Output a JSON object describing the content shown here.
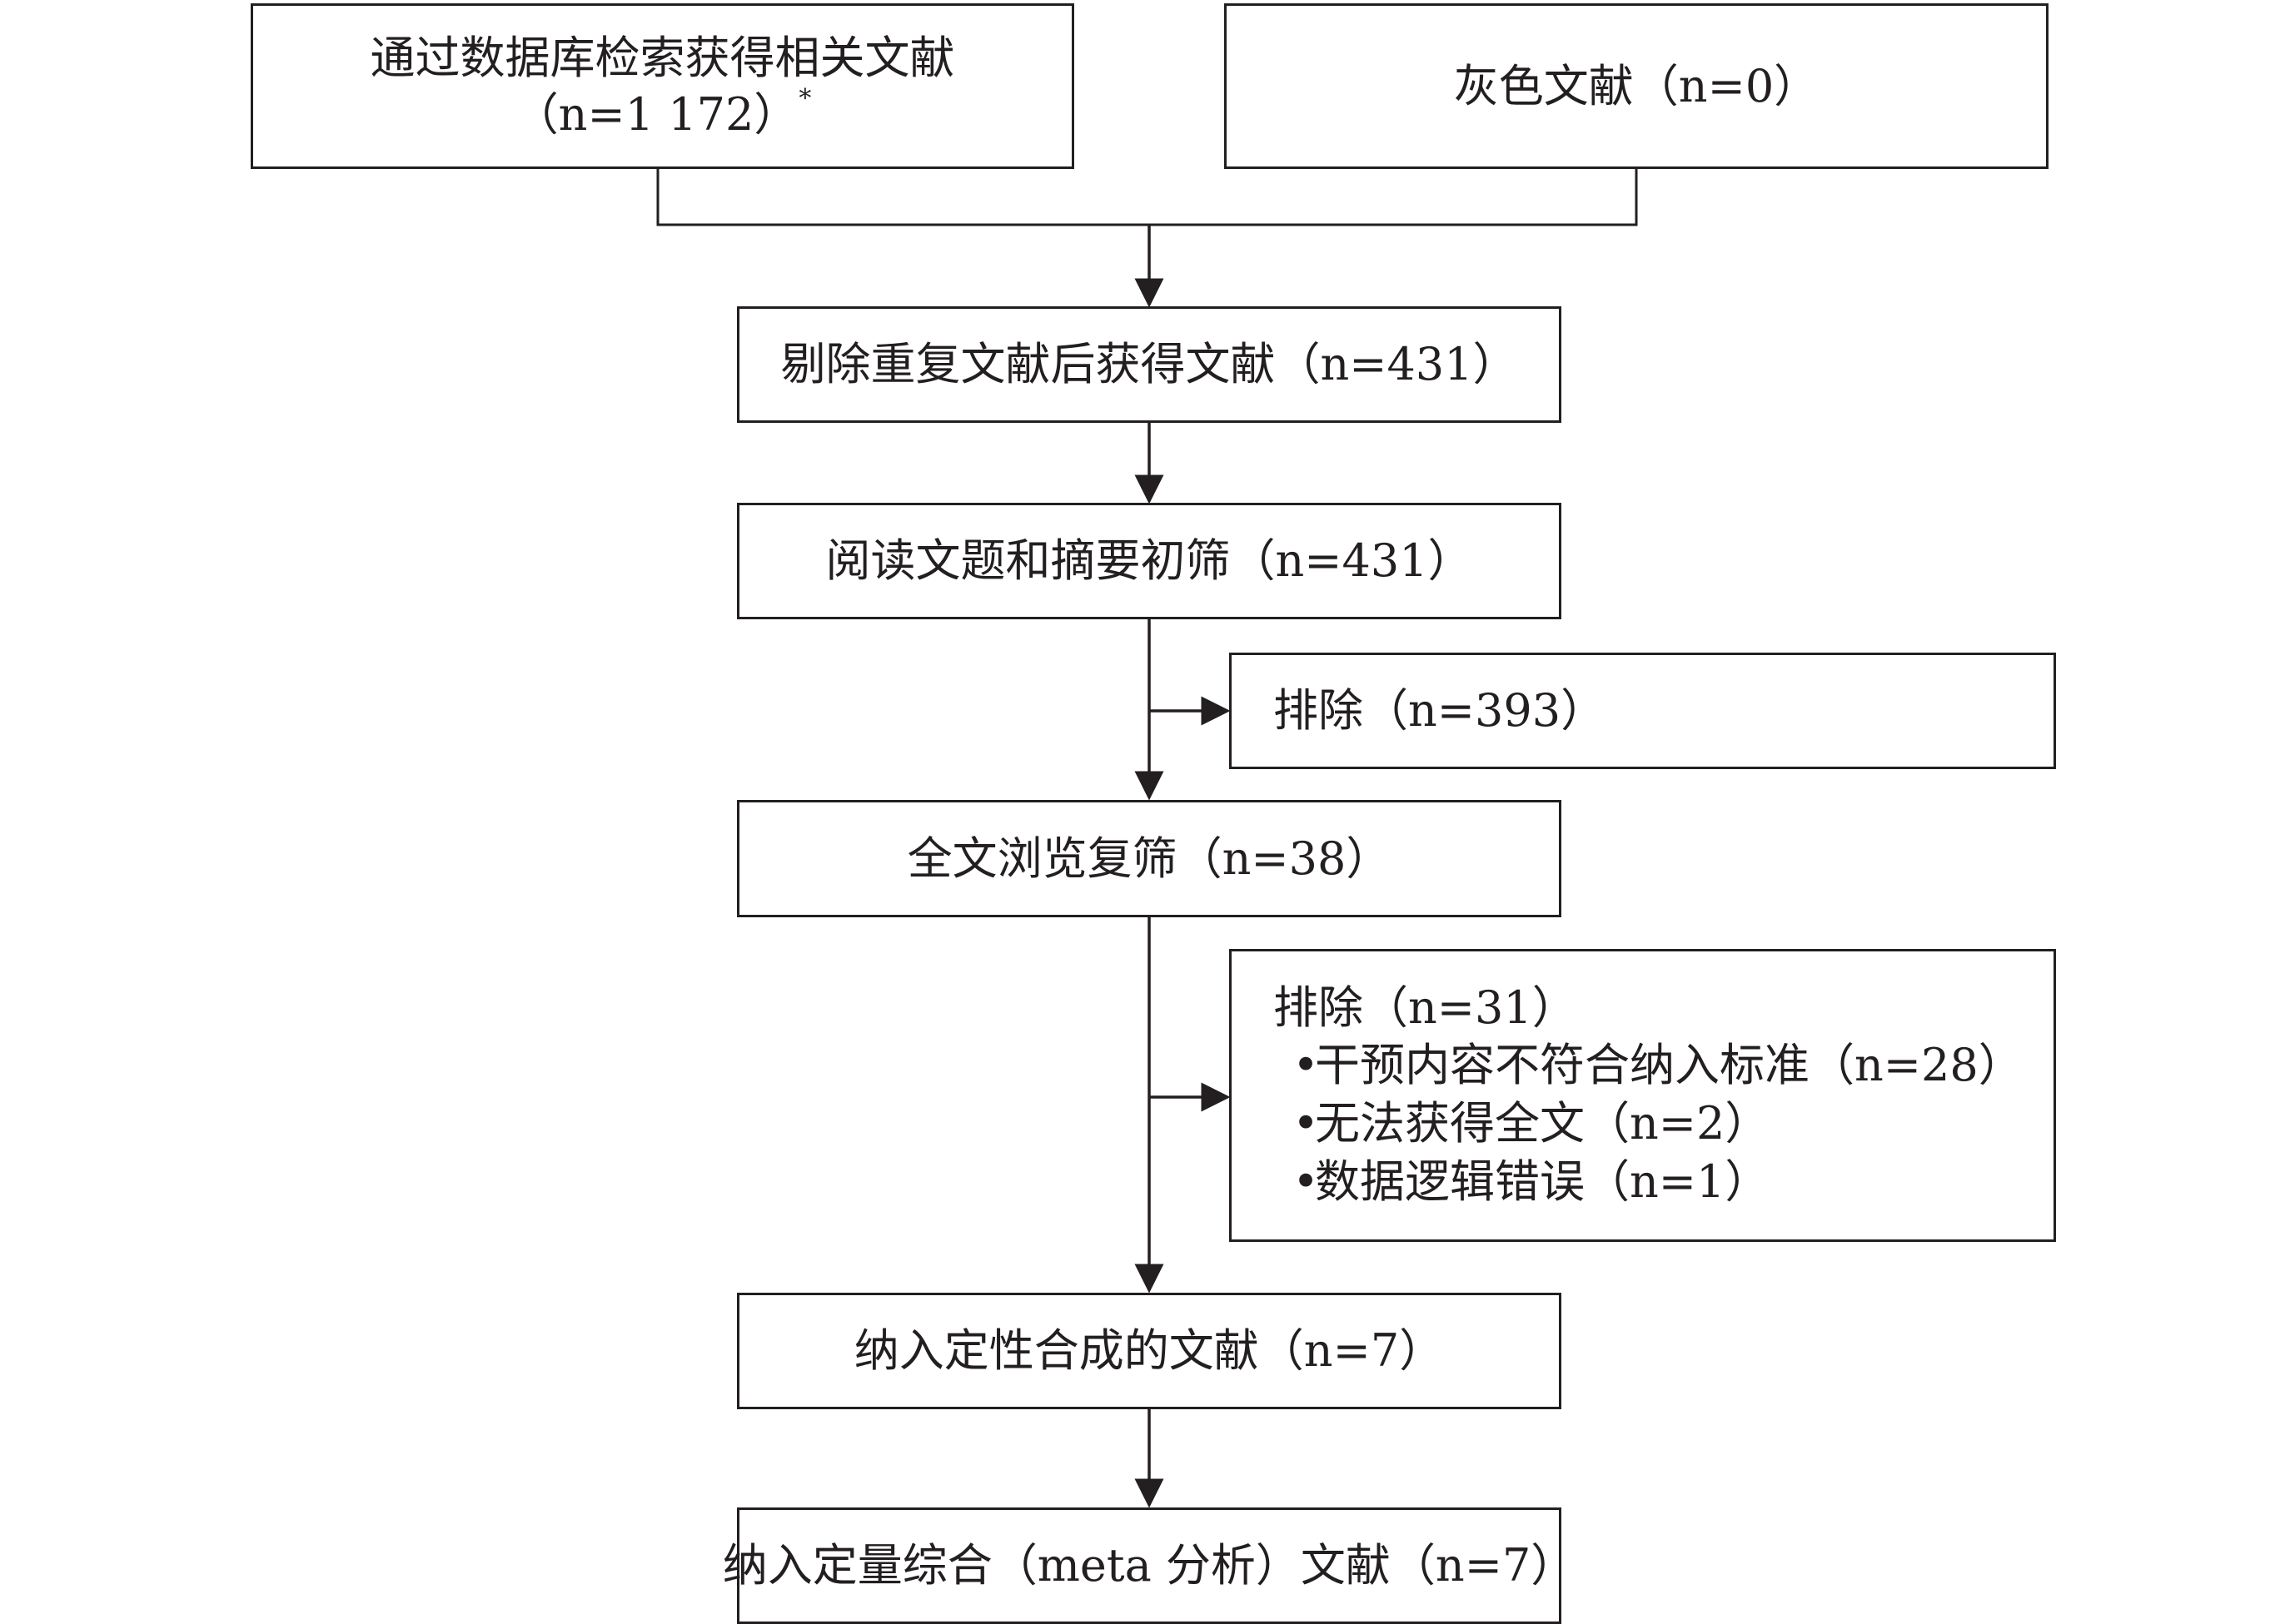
{
  "boxes": {
    "db_search": {
      "line1": "通过数据库检索获得相关文献",
      "line2": "（n=1 172）",
      "footnote_mark": "*"
    },
    "grey_lit": {
      "label": "灰色文献（n=0）"
    },
    "dedup": {
      "label": "剔除重复文献后获得文献（n=431）"
    },
    "title_screen": {
      "label": "阅读文题和摘要初筛（n=431）"
    },
    "exclude_1": {
      "label": "排除（n=393）"
    },
    "fulltext_screen": {
      "label": "全文浏览复筛（n=38）"
    },
    "exclude_2": {
      "label": "排除（n=31）",
      "reasons": [
        "干预内容不符合纳入标准（n=28）",
        "无法获得全文（n=2）",
        "数据逻辑错误（n=1）"
      ]
    },
    "qualitative": {
      "label": "纳入定性合成的文献（n=7）"
    },
    "quantitative": {
      "label": "纳入定量综合（meta 分析）文献（n=7）"
    }
  },
  "colors": {
    "line": "#231f20",
    "background": "#ffffff"
  }
}
